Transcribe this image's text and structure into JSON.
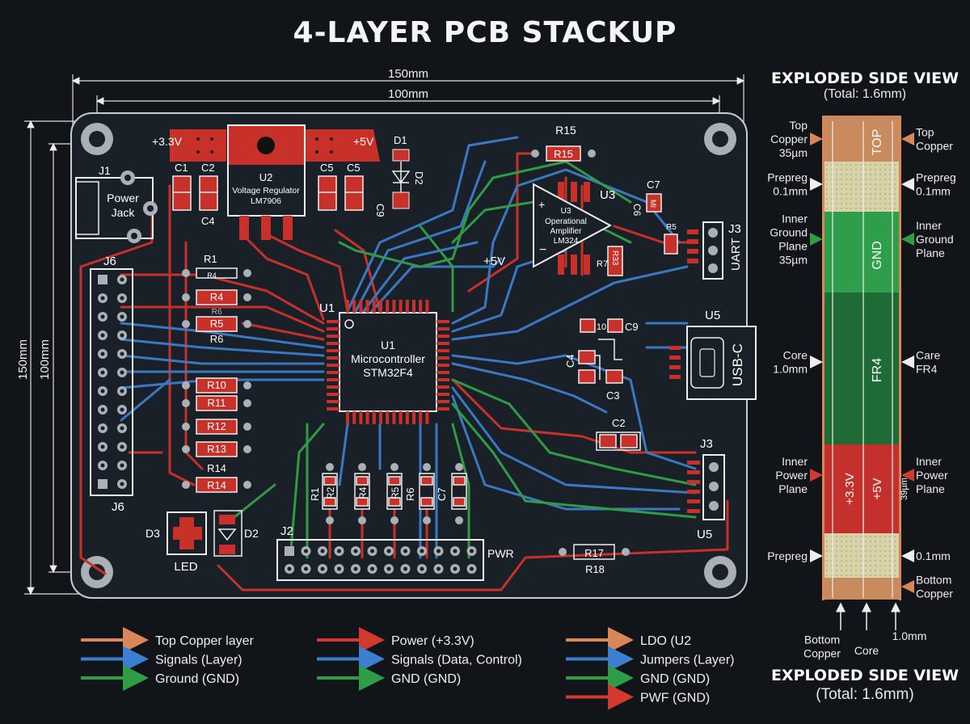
{
  "title": "4-LAYER PCB STACKUP",
  "dimensions": {
    "outer_width": "150mm",
    "inner_width": "100mm",
    "outer_height": "150mm",
    "inner_height": "100mm"
  },
  "board": {
    "rails": {
      "v33": "+3.3V",
      "v5": "+5V",
      "v5_mid": "+5V"
    },
    "components": {
      "j1": "J1",
      "j1_line1": "Power",
      "j1_line2": "Jack",
      "c1": "C1",
      "c2": "C2",
      "c4": "C4",
      "c5a": "C5",
      "c5b": "C5",
      "c9": "C9",
      "u2": "U2",
      "u2_line1": "Voltage Regulator",
      "u2_line2": "LM7906",
      "d1": "D1",
      "d2": "D2",
      "r15": "R15",
      "r15_label": "R15",
      "u3": "U3",
      "u3_line1": "Operational",
      "u3_line2": "Amplifier",
      "u3_line3": "LM324",
      "u3_tag": "U3",
      "c7": "C7",
      "c6": "C6",
      "r5_top": "R5",
      "r7": "R7",
      "r33": "R33",
      "mi": "MI",
      "j3_top": "J3",
      "uart": "UART",
      "j6": "J6",
      "j6_bottom": "J6",
      "r1": "R1",
      "r4": "R4",
      "r4b": "R4",
      "r6a": "R6",
      "r5": "R5",
      "r6b": "R6",
      "r10": "R10",
      "r11": "R11",
      "r12": "R12",
      "r13": "R13",
      "r14": "R14",
      "r14_box": "R14",
      "u1_tag": "U1",
      "u1_line1": "U1",
      "u1_line2": "Microcontroller",
      "u1_line3": "STM32F4",
      "c10": "10",
      "c9b": "C9",
      "c4b": "C4",
      "c3": "C3",
      "c2b": "C2",
      "u5": "U5",
      "usbc": "USB-C",
      "j3b": "J3",
      "u5b": "U5",
      "br1": "R1",
      "br2": "R2",
      "br4": "R4",
      "br5": "R5",
      "br6": "R6",
      "bc7": "C7",
      "d3": "D3",
      "d2b": "D2",
      "led": "LED",
      "j2": "J2",
      "pwr": "PWR",
      "r17": "R17",
      "r18": "R18"
    }
  },
  "side_view": {
    "title": "EXPLODED SIDE VIEW",
    "subtitle": "(Total: 1.6mm)",
    "layers": [
      {
        "name": "TOP",
        "left": [
          "Top",
          "Copper",
          "35µm"
        ],
        "right": [
          "Top",
          "Copper"
        ],
        "color": "#c98a5e"
      },
      {
        "name": "",
        "left": [
          "Prepreg",
          "0.1mm"
        ],
        "right": [
          "Prepreg",
          "0.1mm"
        ],
        "color": "#d8d2a8"
      },
      {
        "name": "GND",
        "left": [
          "Inner",
          "Ground",
          "Plane",
          "35µm"
        ],
        "right": [
          "Inner",
          "Ground",
          "Plane"
        ],
        "color": "#2f9e4a"
      },
      {
        "name": "FR4",
        "left": [
          "Core",
          "1.0mm"
        ],
        "right": [
          "Care",
          "FR4"
        ],
        "color": "#1f6b35"
      },
      {
        "name_a": "+3.3V",
        "name_b": "+5V",
        "name_c": "39µm",
        "left": [
          "Inner",
          "Power",
          "Plane"
        ],
        "right": [
          "Inner",
          "Power",
          "Plane"
        ],
        "color": "#c4302b"
      },
      {
        "name": "",
        "left": [
          "Prepreg"
        ],
        "right": [
          "0.1mm"
        ],
        "color": "#d8d2a8"
      },
      {
        "name": "",
        "left": [],
        "right": [
          "Bottom",
          "Copper"
        ],
        "color": "#c98a5e"
      }
    ],
    "bottom_labels": {
      "a": [
        "Bottom",
        "Copper"
      ],
      "b": "Core",
      "c": "1.0mm"
    },
    "footer_title": "EXPLODED SIDE VIEW",
    "footer_sub": "(Total: 1.6mm)"
  },
  "legend": {
    "col1": [
      {
        "label": "Top Copper layer",
        "color": "#d9875a"
      },
      {
        "label": "Signals (Layer)",
        "color": "#3c7fd0"
      },
      {
        "label": "Ground (GND)",
        "color": "#2e9e46"
      }
    ],
    "col2": [
      {
        "label": "Power (+3.3V)",
        "color": "#d23a30"
      },
      {
        "label": "Signals (Data, Control)",
        "color": "#3c7fd0"
      },
      {
        "label": "GND (GND)",
        "color": "#2e9e46"
      }
    ],
    "col3": [
      {
        "label": "LDO (U2",
        "color": "#d9875a"
      },
      {
        "label": "Jumpers (Layer)",
        "color": "#3c7fd0"
      },
      {
        "label": "GND (GND)",
        "color": "#2e9e46"
      },
      {
        "label": "PWF (GND)",
        "color": "#d23a30"
      }
    ]
  },
  "colors": {
    "board": "#1a2027",
    "red": "#c8302a",
    "blue": "#3a78c4",
    "green": "#2f9b45",
    "copper": "#d9875a",
    "white": "#eeeeee"
  }
}
